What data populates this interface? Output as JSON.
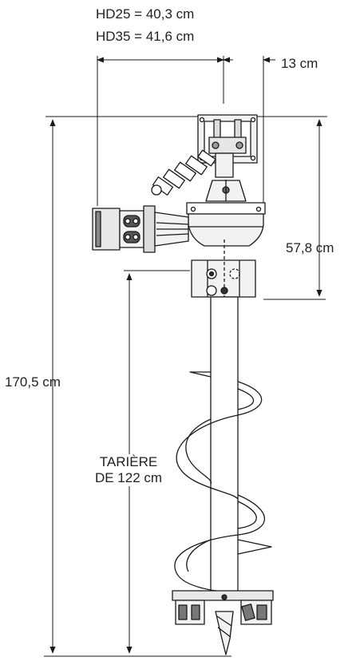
{
  "dimensions": {
    "width_hd25": "HD25 = 40,3 cm",
    "width_hd35": "HD35 = 41,6 cm",
    "offset": "13 cm",
    "overall_height": "170,5 cm",
    "drive_height": "57,8 cm",
    "auger_line1": "TARIÈRE",
    "auger_line2": "DE 122 cm"
  },
  "colors": {
    "line": "#1a1a1a",
    "fill_light": "#f2f2f2",
    "fill_mid": "#cfcfcf",
    "fill_dark": "#555555"
  },
  "icons": {
    "arrow": "filled-triangle-arrowhead"
  }
}
